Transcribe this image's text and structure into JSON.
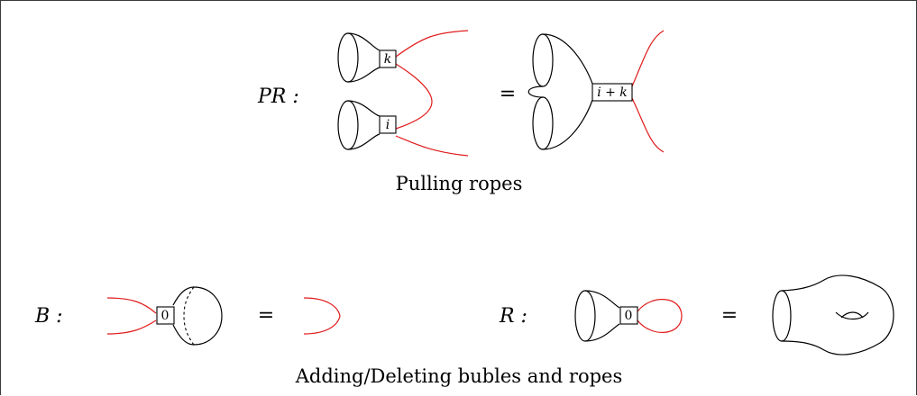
{
  "pulling_ropes": {
    "name": "PR :",
    "label_top_box": "k",
    "label_bottom_box": "i",
    "equals": "=",
    "label_merged_box": "i + k",
    "caption": "Pulling ropes"
  },
  "bubbles": {
    "name": "B :",
    "label_box": "0",
    "equals": "="
  },
  "ropes_rule": {
    "name": "R :",
    "label_box": "0",
    "equals": "="
  },
  "bottom_caption": "Adding/Deleting bubles and ropes",
  "colors": {
    "rope": "#e01b1b",
    "surface": "#000000"
  }
}
